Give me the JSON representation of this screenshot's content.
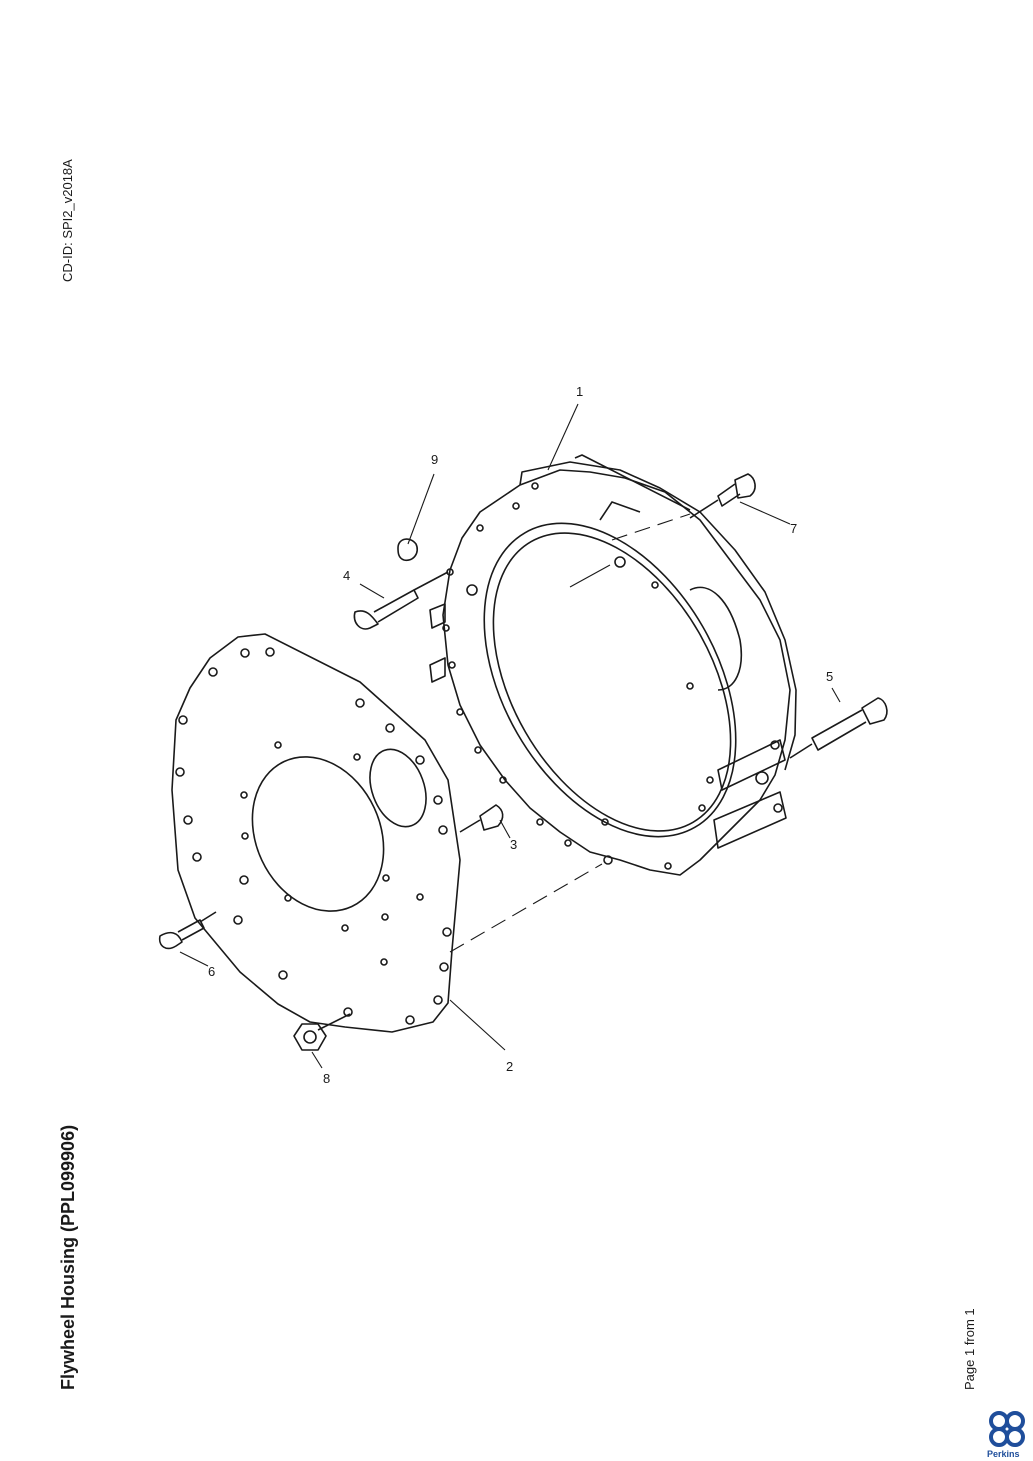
{
  "header": {
    "cd_id": "CD-ID: SPI2_v2018A"
  },
  "document": {
    "title": "Flywheel Housing (PPL099906)"
  },
  "footer": {
    "page": "Page 1 from 1",
    "brand": "Perkins"
  },
  "callouts": [
    "1",
    "2",
    "3",
    "4",
    "5",
    "6",
    "7",
    "8",
    "9"
  ],
  "brand_color": "#1f4e9b"
}
